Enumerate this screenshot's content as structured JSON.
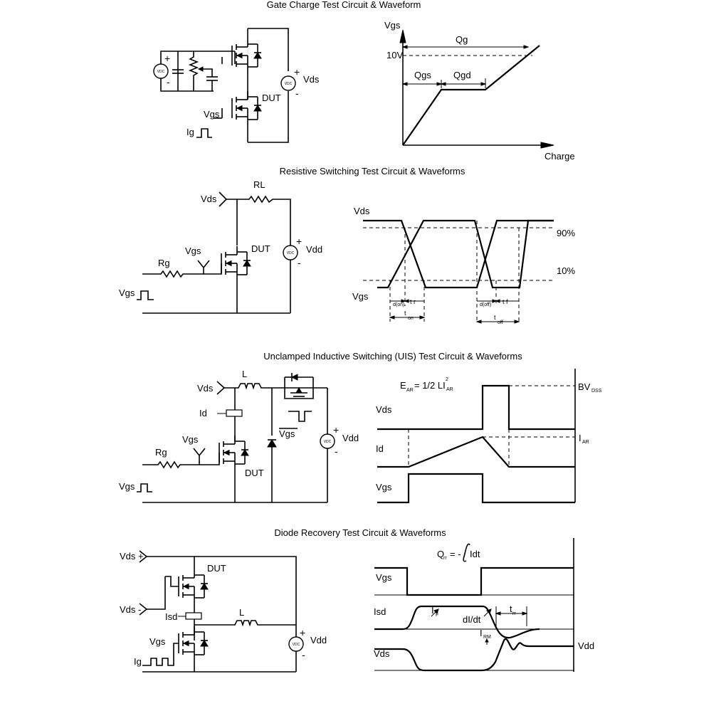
{
  "sections": {
    "gate_charge": {
      "title": "Gate Charge Test Circuit & Waveform",
      "circuit": {
        "plus": "+",
        "minus": "-",
        "vdc": "VDC",
        "vds": "Vds",
        "dut": "DUT",
        "vgs": "Vgs",
        "ig": "Ig"
      },
      "waveform": {
        "y_axis": "Vgs",
        "x_axis": "Charge",
        "level": "10V",
        "qg": "Qg",
        "qgs": "Qgs",
        "qgd": "Qgd"
      }
    },
    "resistive": {
      "title": "Resistive Switching Test Circuit & Waveforms",
      "circuit": {
        "vds": "Vds",
        "rl": "RL",
        "vgs_mid": "Vgs",
        "dut": "DUT",
        "rg": "Rg",
        "vgs_in": "Vgs",
        "vdd": "Vdd",
        "plus": "+",
        "minus": "-",
        "vdc": "VDC"
      },
      "waveform": {
        "vds": "Vds",
        "vgs": "Vgs",
        "p90": "90%",
        "p10": "10%",
        "td_on": "d(on)",
        "tr": "t r",
        "t_on_t": "t",
        "t_on_sub": "on",
        "td_off": "d(off)",
        "tf": "t f",
        "t_off_t": "t",
        "t_off_sub": "off"
      }
    },
    "uis": {
      "title": "Unclamped Inductive Switching (UIS) Test Circuit & Waveforms",
      "circuit": {
        "vds": "Vds",
        "l": "L",
        "id": "Id",
        "vgs_mid": "Vgs",
        "rg": "Rg",
        "dut": "DUT",
        "vgs_in": "Vgs",
        "vgs_bar": "Vgs",
        "vdd": "Vdd",
        "plus": "+",
        "minus": "-",
        "vdc": "VDC"
      },
      "waveform": {
        "e_main": "E",
        "e_sub": "AR",
        "e_formula": "= 1/2 LI",
        "e_sup": "2",
        "e_sub2": "AR",
        "bv_main": "BV",
        "bv_sub": "DSS",
        "iar_main": "I",
        "iar_sub": "AR",
        "vds": "Vds",
        "id": "Id",
        "vgs": "Vgs"
      }
    },
    "diode": {
      "title": "Diode Recovery Test Circuit & Waveforms",
      "circuit": {
        "vds_plus": "Vds +",
        "vds_minus": "Vds -",
        "dut": "DUT",
        "isd": "Isd",
        "l": "L",
        "vgs": "Vgs",
        "ig": "Ig",
        "vdd": "Vdd",
        "plus": "+",
        "minus": "-",
        "vdc": "VDC"
      },
      "waveform": {
        "qrr_main": "Q",
        "qrr_sub": "rr",
        "qrr_formula": "= -",
        "qrr_int": "Idt",
        "vgs": "Vgs",
        "isd": "Isd",
        "if_main": "I",
        "if_sub": "F",
        "didt": "dI/dt",
        "trr_main": "t",
        "trr_sub": "rr",
        "irm_main": "I",
        "irm_sub": "RM",
        "vds": "Vds",
        "vdd": "Vdd"
      }
    }
  }
}
